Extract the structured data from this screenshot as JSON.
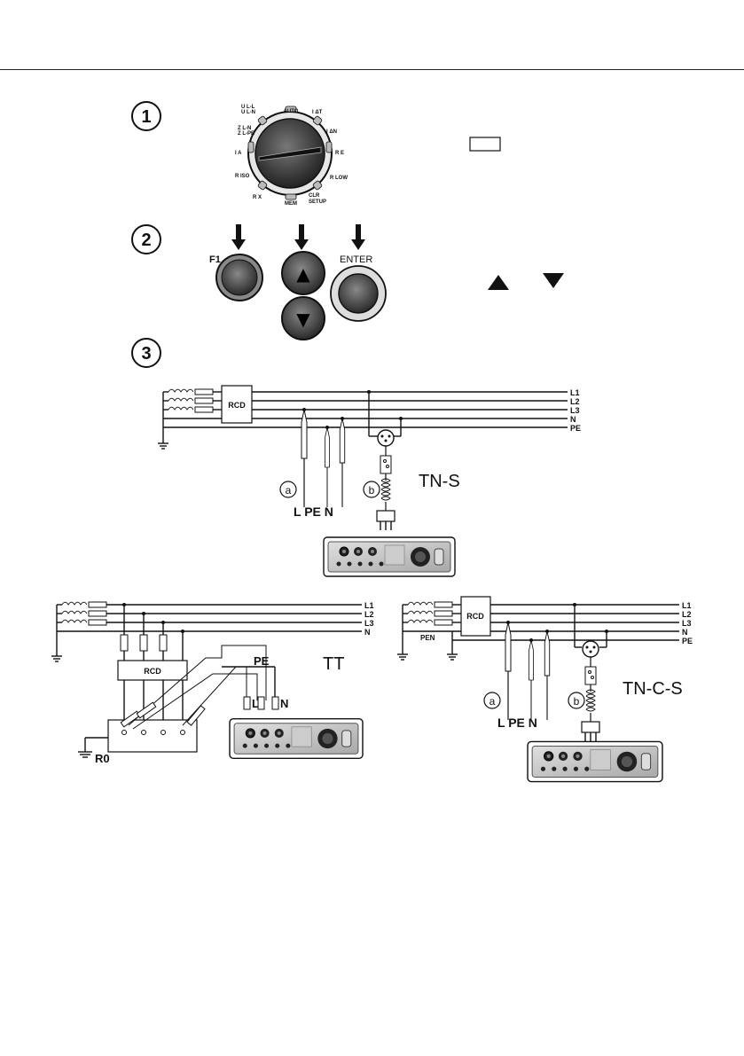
{
  "steps": {
    "s1": "1",
    "s2": "2",
    "s3": "3"
  },
  "dial": {
    "auto": "AUTO",
    "mem": "MEM",
    "left_labels": [
      "U L-L",
      "U L-N",
      "Z L-N",
      "Z L-PE",
      "I A",
      "R ISO",
      "R X"
    ],
    "right_labels": [
      "I ΔT",
      "I ΔN",
      "R E",
      "R LOW",
      "CLR",
      "SETUP"
    ]
  },
  "buttons": {
    "f1": "F1",
    "enter": "ENTER",
    "up": "▲",
    "down": "▼"
  },
  "tns": {
    "rcd": "RCD",
    "lines": [
      "L1",
      "L2",
      "L3",
      "N",
      "PE"
    ],
    "probe_a": "a",
    "probe_b": "b",
    "leads": "L PE N",
    "system": "TN-S"
  },
  "tt": {
    "rcd": "RCD",
    "lines": [
      "L1",
      "L2",
      "L3",
      "N"
    ],
    "pe": "PE",
    "lead_l": "L",
    "lead_n": "N",
    "r0": "R0",
    "system": "TT"
  },
  "tncs": {
    "rcd": "RCD",
    "lines": [
      "L1",
      "L2",
      "L3",
      "N",
      "PE"
    ],
    "pen": "PEN",
    "probe_a": "a",
    "probe_b": "b",
    "leads": "L PE N",
    "system": "TN-C-S"
  }
}
